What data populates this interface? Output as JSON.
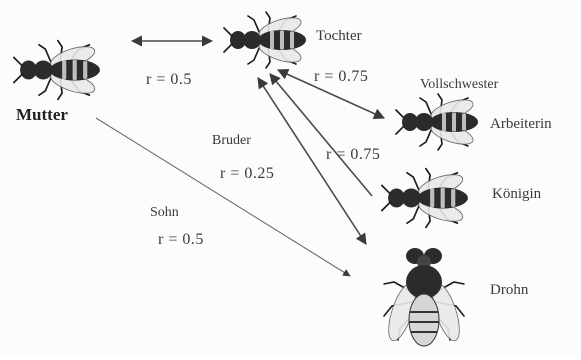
{
  "nodes": {
    "mother": "Mutter",
    "daughter": "Tochter",
    "full_sister": "Vollschwester",
    "worker": "Arbeiterin",
    "queen": "Königin",
    "drone": "Drohn"
  },
  "edges": {
    "mother_daughter": "r = 0.5",
    "daughter_worker": "r = 0.75",
    "sister_queen": "r = 0.75",
    "brother_label": "Bruder",
    "brother_r": "r = 0.25",
    "son_label": "Sohn",
    "son_r": "r = 0.5"
  }
}
